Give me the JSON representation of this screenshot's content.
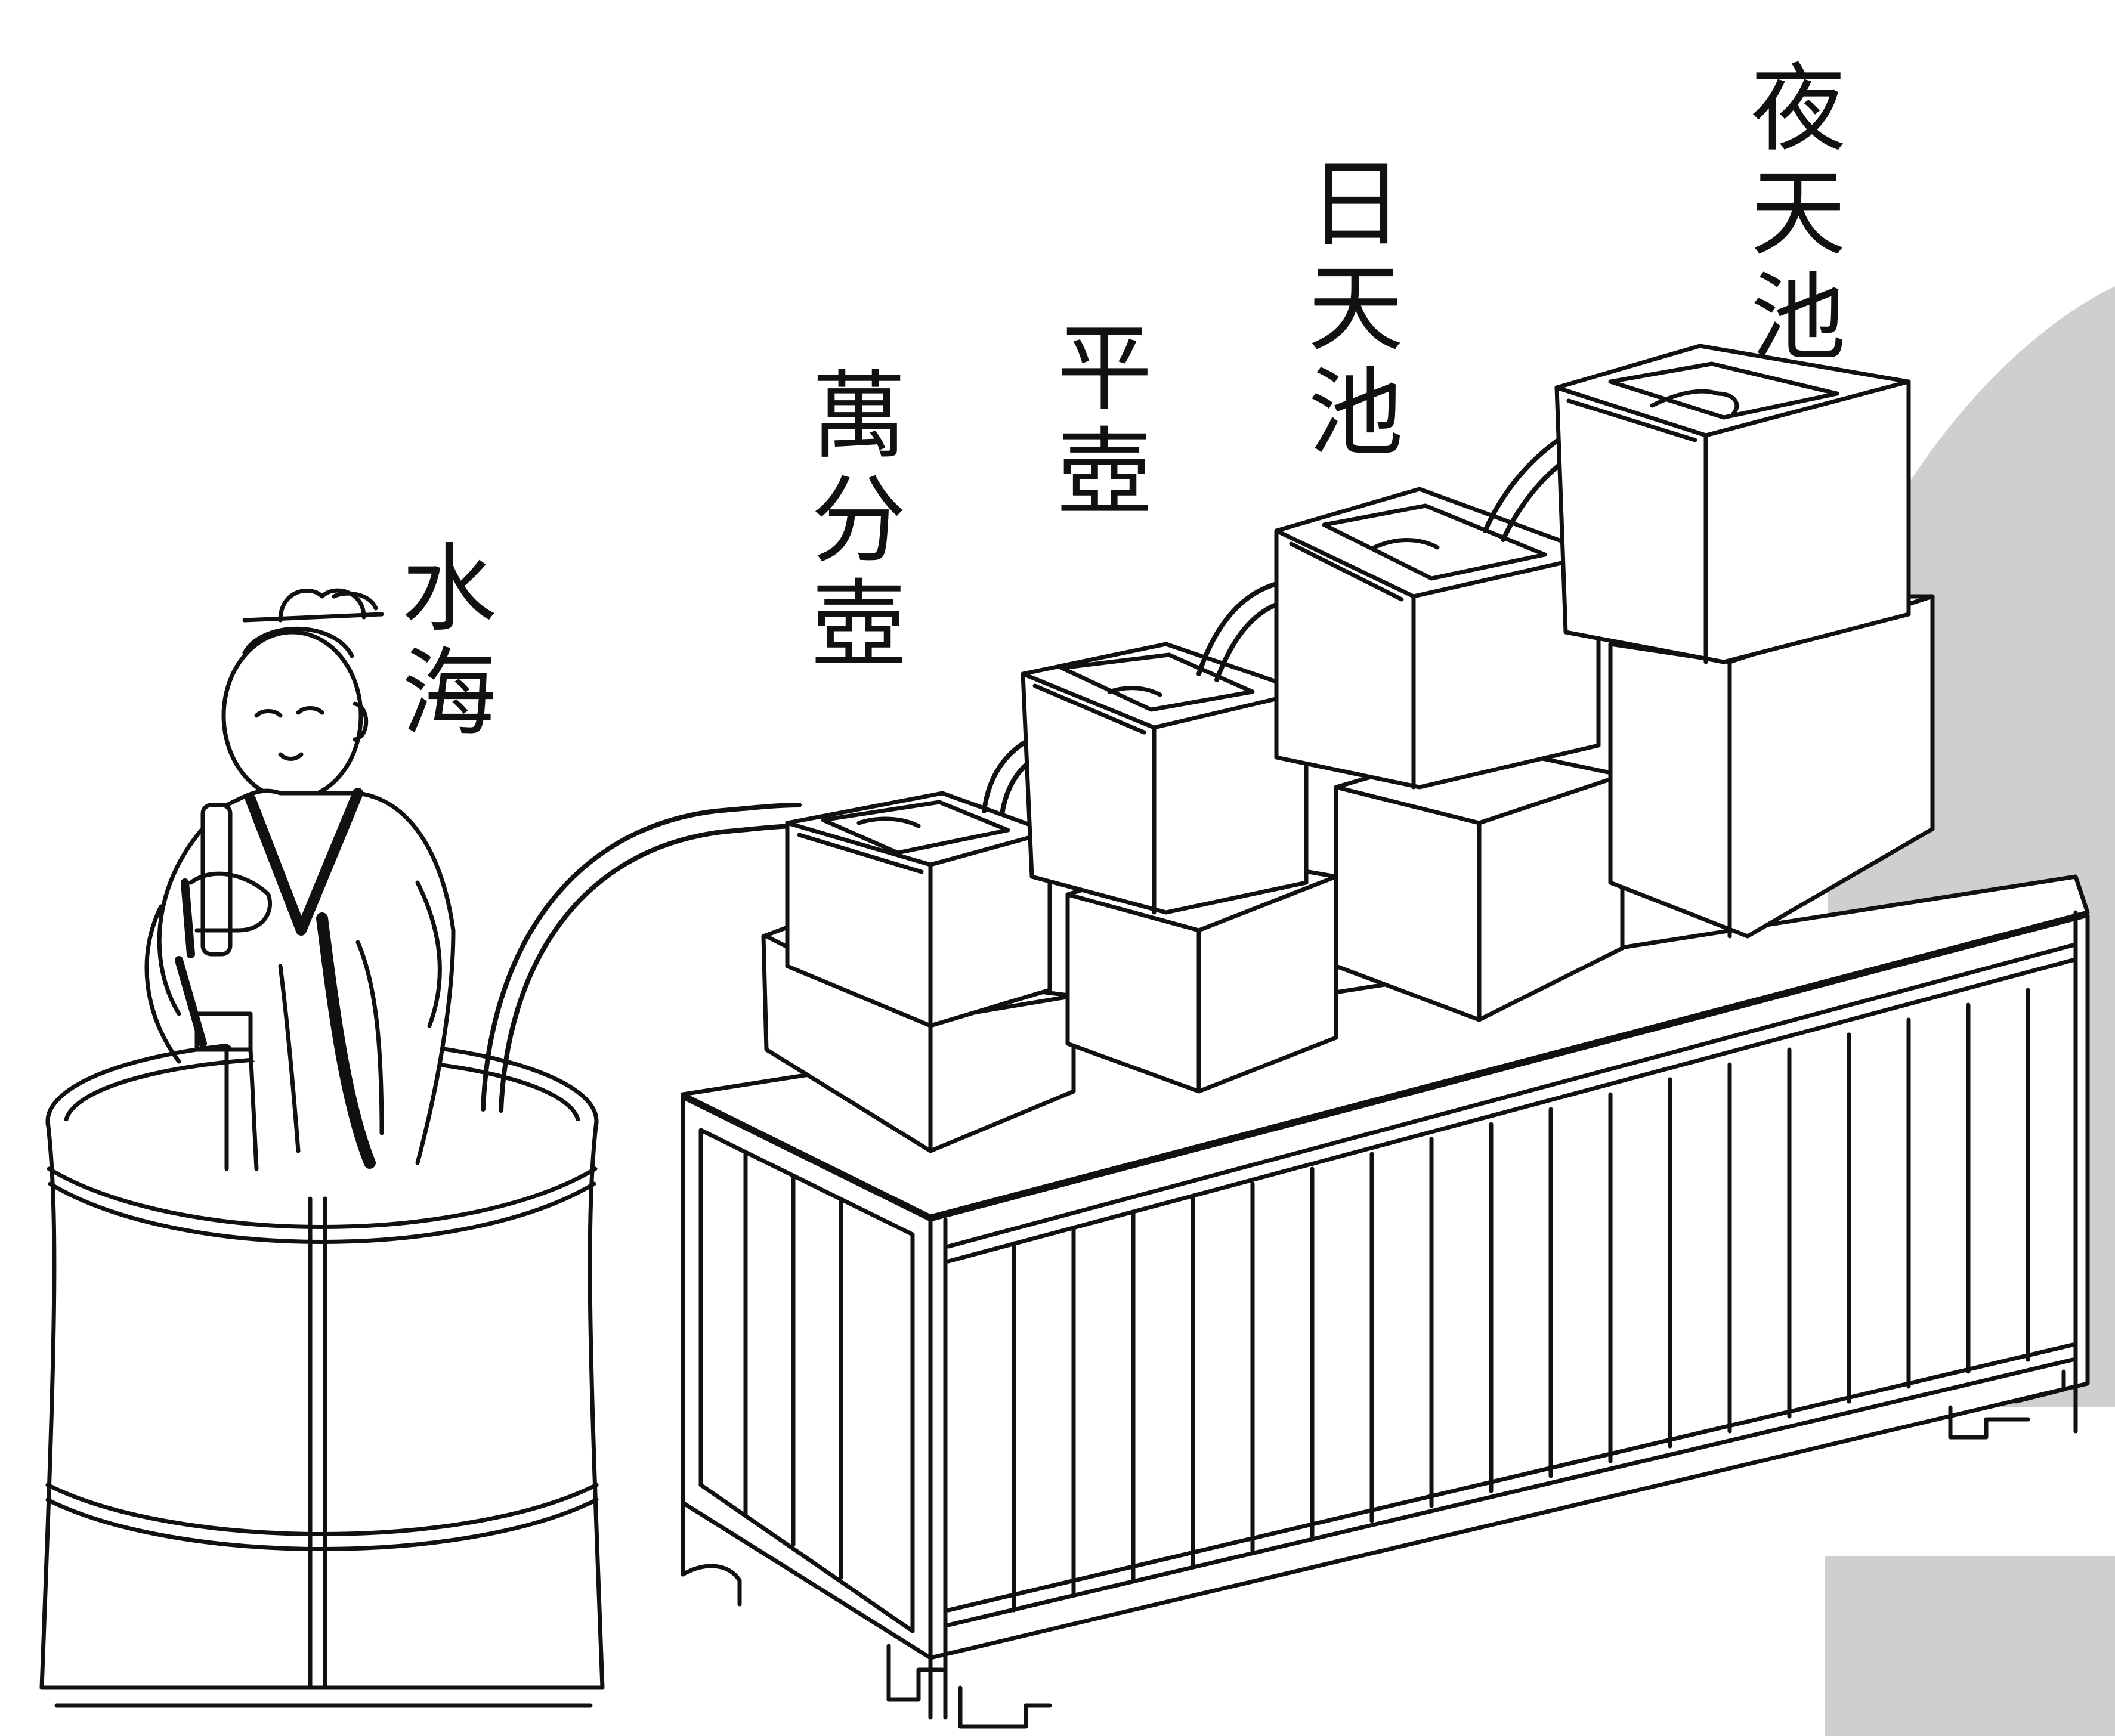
{
  "labels": {
    "water_sea": "水海",
    "ten_thousand_divide_vessel": "萬分壺",
    "level_vessel": "平壺",
    "day_heaven_pool": "日天池",
    "night_heaven_pool": "夜天池"
  },
  "colors": {
    "paper": "#ffffff",
    "ink": "#111111",
    "scan_shadow": "#cfcfcf"
  }
}
